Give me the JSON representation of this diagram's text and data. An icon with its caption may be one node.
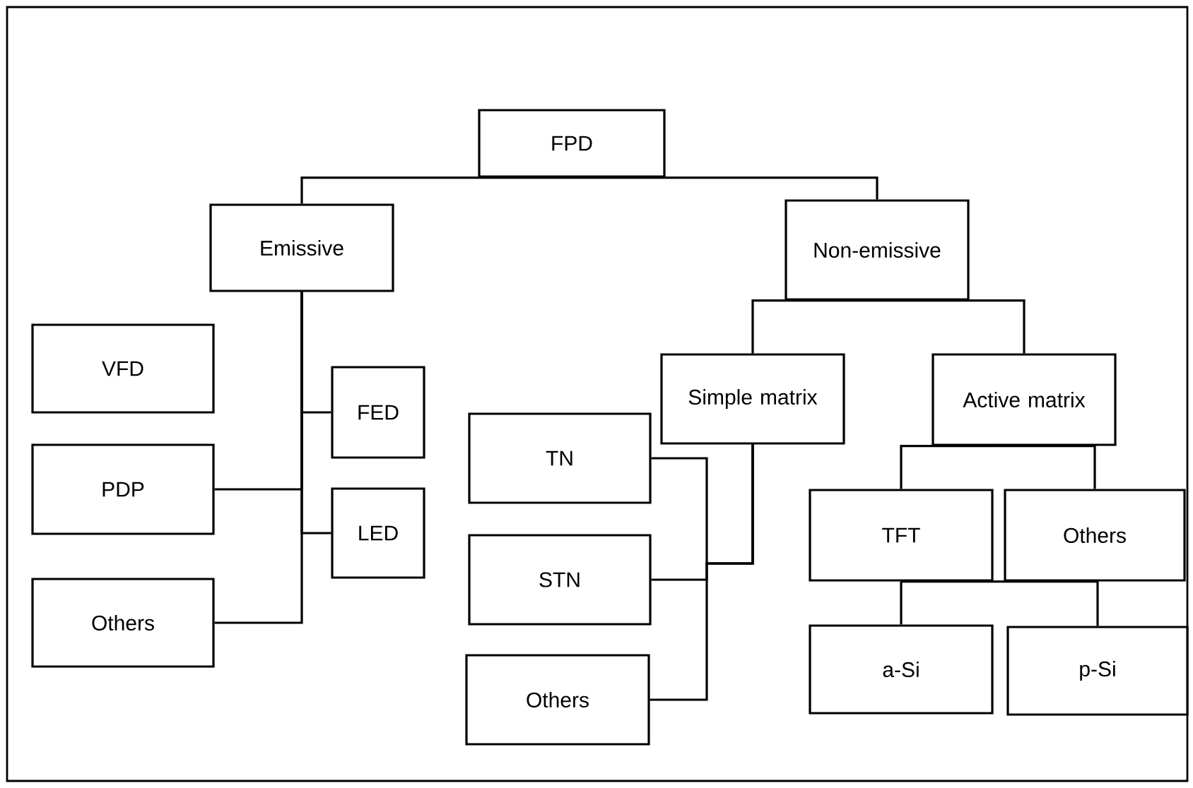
{
  "diagram": {
    "nodes": [
      {
        "text": [
          "FPD"
        ]
      },
      {
        "text": [
          "Emissive"
        ]
      },
      {
        "text": [
          "Non-emissive"
        ]
      },
      {
        "text": [
          "VFD"
        ]
      },
      {
        "text": [
          "PDP"
        ]
      },
      {
        "text": [
          "Others"
        ]
      },
      {
        "text": [
          "FED"
        ]
      },
      {
        "text": [
          "LED"
        ]
      },
      {
        "text": [
          "Simple matrix"
        ]
      },
      {
        "text": [
          "Active matrix"
        ]
      },
      {
        "text": [
          "TN"
        ]
      },
      {
        "text": [
          "STN"
        ]
      },
      {
        "text": [
          "Others"
        ]
      },
      {
        "text": [
          "TFT"
        ]
      },
      {
        "text": [
          "Others"
        ]
      },
      {
        "text": [
          "a-Si"
        ]
      },
      {
        "text": [
          "p-Si"
        ]
      }
    ],
    "edges": [
      {
        "from": 0,
        "to": 1,
        "arrow": "none"
      },
      {
        "from": 0,
        "to": 2,
        "arrow": "none"
      },
      {
        "from": 1,
        "to": 6,
        "arrow": "none"
      },
      {
        "from": 1,
        "to": 4,
        "arrow": "none"
      },
      {
        "from": 1,
        "to": 7,
        "arrow": "none"
      },
      {
        "from": 1,
        "to": 5,
        "arrow": "none"
      },
      {
        "from": 2,
        "to": 8,
        "arrow": "none"
      },
      {
        "from": 2,
        "to": 9,
        "arrow": "none"
      },
      {
        "from": 8,
        "to": 10,
        "arrow": "none"
      },
      {
        "from": 8,
        "to": 11,
        "arrow": "none"
      },
      {
        "from": 8,
        "to": 12,
        "arrow": "none"
      },
      {
        "from": 9,
        "to": 13,
        "arrow": "none"
      },
      {
        "from": 9,
        "to": 14,
        "arrow": "none"
      },
      {
        "from": 13,
        "to": 15,
        "arrow": "none"
      },
      {
        "from": 13,
        "to": 16,
        "arrow": "none"
      }
    ]
  }
}
